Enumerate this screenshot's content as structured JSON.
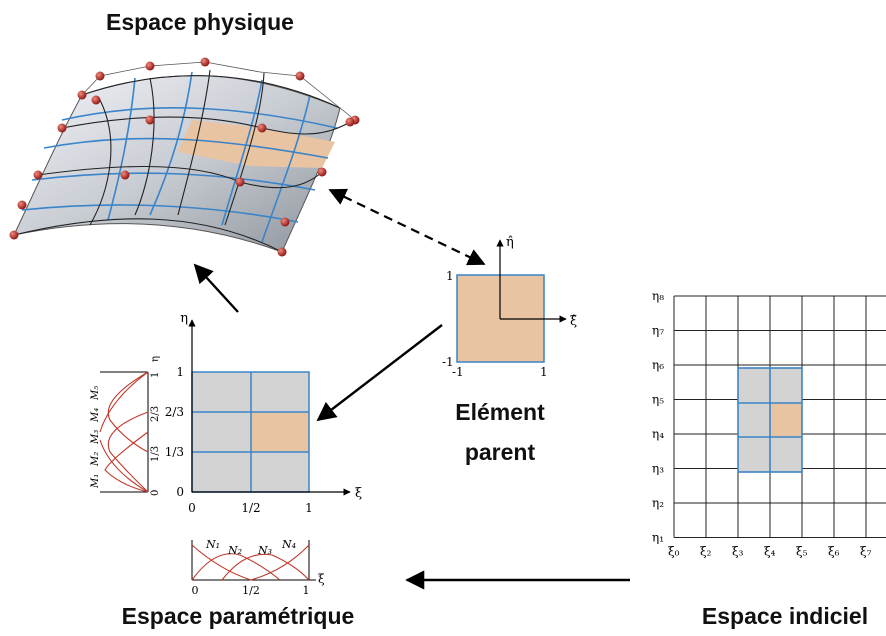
{
  "labels": {
    "physical_space": "Espace physique",
    "parametric_space": "Espace paramétrique",
    "index_space": "Espace indiciel",
    "parent_element_line1": "Elément",
    "parent_element_line2": "parent"
  },
  "parent_element": {
    "eta_axis": "η̂",
    "xi_axis": "ξ̂",
    "tick_top": "1",
    "tick_bottom": "-1",
    "tick_left": "-1",
    "tick_right": "1"
  },
  "parametric": {
    "eta_axis": "η",
    "xi_axis": "ξ",
    "eta_ticks": [
      "0",
      "1/3",
      "2/3",
      "1"
    ],
    "xi_ticks": [
      "0",
      "1/2",
      "1"
    ],
    "bottom_basis_labels": [
      "N₁",
      "N₂",
      "N₃",
      "N₄"
    ],
    "bottom_ticks": [
      "0",
      "1/2",
      "1"
    ],
    "bottom_axis": "ξ",
    "left_basis_labels": [
      "M₁",
      "M₂",
      "M₃",
      "M₄",
      "M₅"
    ],
    "left_ticks": [
      "0",
      "1/3",
      "2/3",
      "1"
    ],
    "left_axis": "η"
  },
  "index": {
    "eta_labels": [
      "η₁",
      "η₂",
      "η₃",
      "η₄",
      "η₅",
      "η₆",
      "η₇",
      "η₈"
    ],
    "xi_labels": [
      "ξ₀",
      "ξ₂",
      "ξ₃",
      "ξ₄",
      "ξ₅",
      "ξ₆",
      "ξ₇"
    ]
  },
  "colors": {
    "peach": "#e8c4a2",
    "grey": "#d3d3d3",
    "blue": "#3a84c9",
    "red": "#c0392b",
    "control_point": "#b0201d"
  }
}
